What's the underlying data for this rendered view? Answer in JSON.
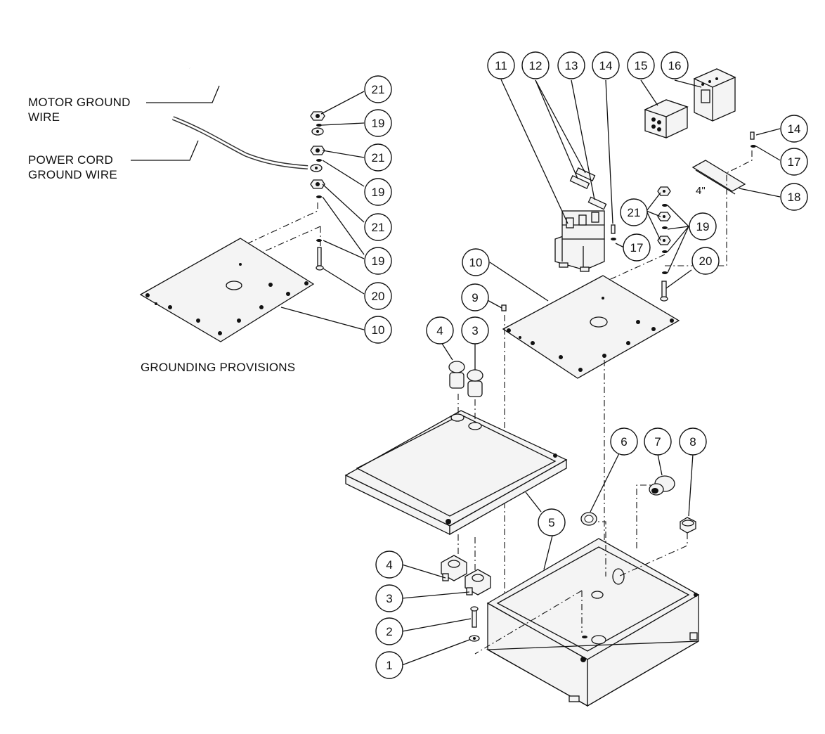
{
  "labels": {
    "motor_ground_wire": "MOTOR GROUND\nWIRE",
    "power_cord_ground_wire": "POWER CORD\nGROUND WIRE",
    "grounding_provisions": "GROUNDING PROVISIONS",
    "rail_length": "4\""
  },
  "balloons": [
    {
      "id": "b21a",
      "n": "21"
    },
    {
      "id": "b19a",
      "n": "19"
    },
    {
      "id": "b21b",
      "n": "21"
    },
    {
      "id": "b19b",
      "n": "19"
    },
    {
      "id": "b21c",
      "n": "21"
    },
    {
      "id": "b19c",
      "n": "19"
    },
    {
      "id": "b20a",
      "n": "20"
    },
    {
      "id": "b10a",
      "n": "10"
    },
    {
      "id": "b11",
      "n": "11"
    },
    {
      "id": "b12",
      "n": "12"
    },
    {
      "id": "b13",
      "n": "13"
    },
    {
      "id": "b14a",
      "n": "14"
    },
    {
      "id": "b15",
      "n": "15"
    },
    {
      "id": "b16",
      "n": "16"
    },
    {
      "id": "b14b",
      "n": "14"
    },
    {
      "id": "b17a",
      "n": "17"
    },
    {
      "id": "b18",
      "n": "18"
    },
    {
      "id": "b21d",
      "n": "21"
    },
    {
      "id": "b19d",
      "n": "19"
    },
    {
      "id": "b17b",
      "n": "17"
    },
    {
      "id": "b10b",
      "n": "10"
    },
    {
      "id": "b20b",
      "n": "20"
    },
    {
      "id": "b9",
      "n": "9"
    },
    {
      "id": "b4a",
      "n": "4"
    },
    {
      "id": "b3a",
      "n": "3"
    },
    {
      "id": "b6",
      "n": "6"
    },
    {
      "id": "b7",
      "n": "7"
    },
    {
      "id": "b8",
      "n": "8"
    },
    {
      "id": "b5",
      "n": "5"
    },
    {
      "id": "b4b",
      "n": "4"
    },
    {
      "id": "b3b",
      "n": "3"
    },
    {
      "id": "b2",
      "n": "2"
    },
    {
      "id": "b1",
      "n": "1"
    }
  ],
  "colors": {
    "ink": "#111111",
    "paper": "#ffffff",
    "part_fill": "#f2f2f2"
  }
}
